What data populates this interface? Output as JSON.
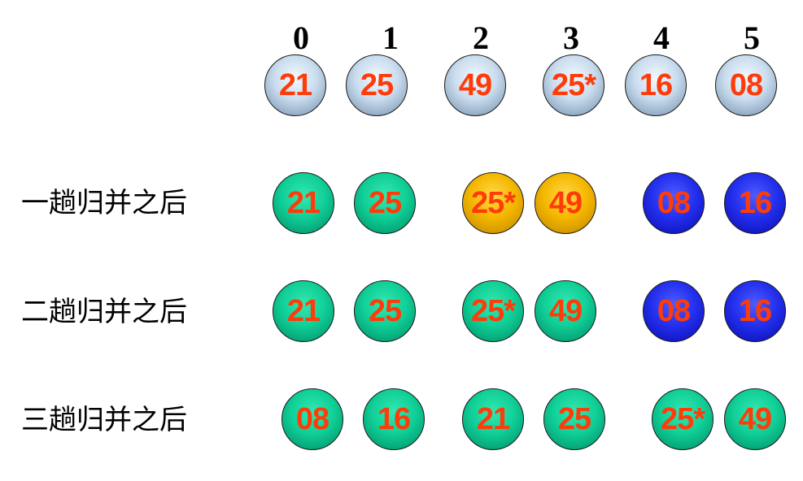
{
  "indices": [
    "0",
    "1",
    "2",
    "3",
    "4",
    "5"
  ],
  "initial": [
    {
      "label": "21",
      "color": "silver"
    },
    {
      "label": "25",
      "color": "silver"
    },
    {
      "label": "49",
      "color": "silver"
    },
    {
      "label": "25*",
      "color": "silver"
    },
    {
      "label": "16",
      "color": "silver"
    },
    {
      "label": "08",
      "color": "silver"
    }
  ],
  "passes": [
    {
      "label": "一趟归并之后",
      "balls": [
        {
          "label": "21",
          "color": "green"
        },
        {
          "label": "25",
          "color": "green"
        },
        {
          "label": "25*",
          "color": "gold"
        },
        {
          "label": "49",
          "color": "gold"
        },
        {
          "label": "08",
          "color": "blue"
        },
        {
          "label": "16",
          "color": "blue"
        }
      ]
    },
    {
      "label": "二趟归并之后",
      "balls": [
        {
          "label": "21",
          "color": "green"
        },
        {
          "label": "25",
          "color": "green"
        },
        {
          "label": "25*",
          "color": "green"
        },
        {
          "label": "49",
          "color": "green"
        },
        {
          "label": "08",
          "color": "blue"
        },
        {
          "label": "16",
          "color": "blue"
        }
      ]
    },
    {
      "label": "三趟归并之后",
      "balls": [
        {
          "label": "08",
          "color": "green"
        },
        {
          "label": "16",
          "color": "green"
        },
        {
          "label": "21",
          "color": "green"
        },
        {
          "label": "25",
          "color": "green"
        },
        {
          "label": "25*",
          "color": "green"
        },
        {
          "label": "49",
          "color": "green"
        }
      ]
    }
  ],
  "colors": {
    "silver": "#c9dcee",
    "green": "#10cf97",
    "gold": "#f5b800",
    "blue": "#2330ee",
    "number": "#ff3b0a"
  }
}
